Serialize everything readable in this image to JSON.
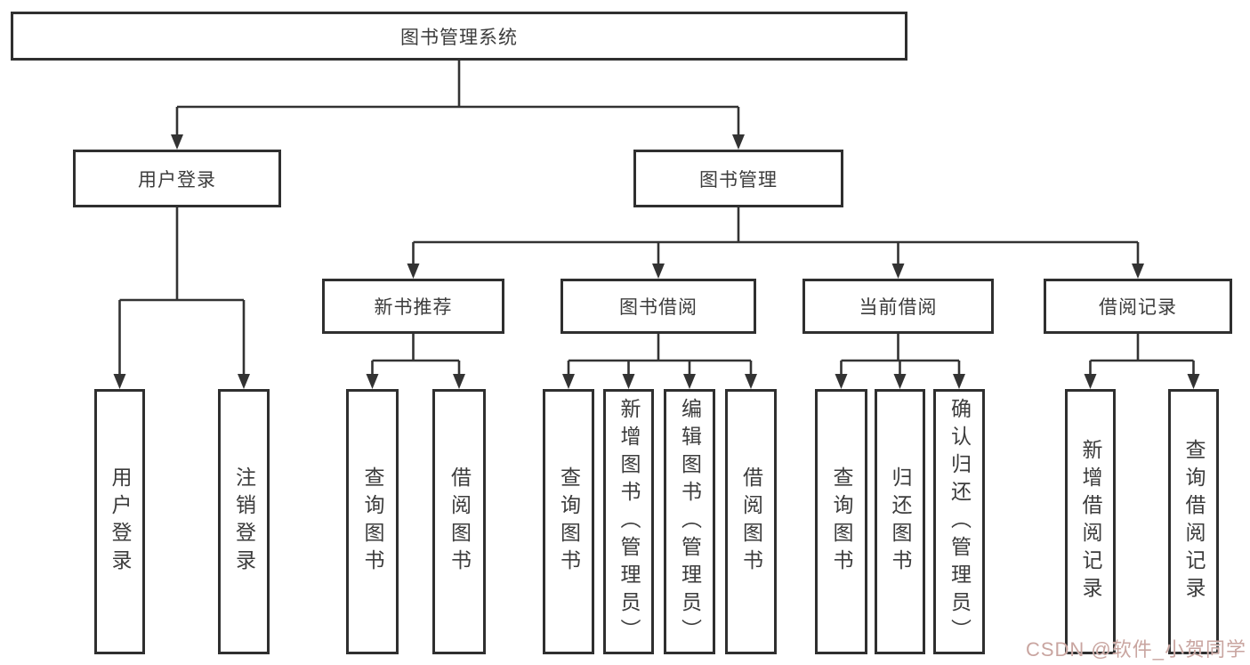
{
  "diagram": {
    "root": {
      "label": "图书管理系统"
    },
    "level2": [
      {
        "label": "用户登录"
      },
      {
        "label": "图书管理"
      }
    ],
    "level3": [
      {
        "label": "新书推荐"
      },
      {
        "label": "图书借阅"
      },
      {
        "label": "当前借阅"
      },
      {
        "label": "借阅记录"
      }
    ],
    "leaves": {
      "user_login": [
        "用户登录",
        "注销登录"
      ],
      "new_book": [
        "查询图书",
        "借阅图书"
      ],
      "book_borrow": [
        "查询图书",
        "新增图书（管理员）",
        "编辑图书（管理员）",
        "借阅图书"
      ],
      "current_borrow": [
        "查询图书",
        "归还图书",
        "确认归还（管理员）"
      ],
      "borrow_record": [
        "新增借阅记录",
        "查询借阅记录"
      ]
    }
  },
  "watermark": {
    "text": "CSDN @软件_小贺同学"
  },
  "colors": {
    "line": "#333333",
    "border": "#2f2f2f",
    "text": "#3c3c3c",
    "background": "#ffffff",
    "watermark": "#c9a5a0"
  }
}
